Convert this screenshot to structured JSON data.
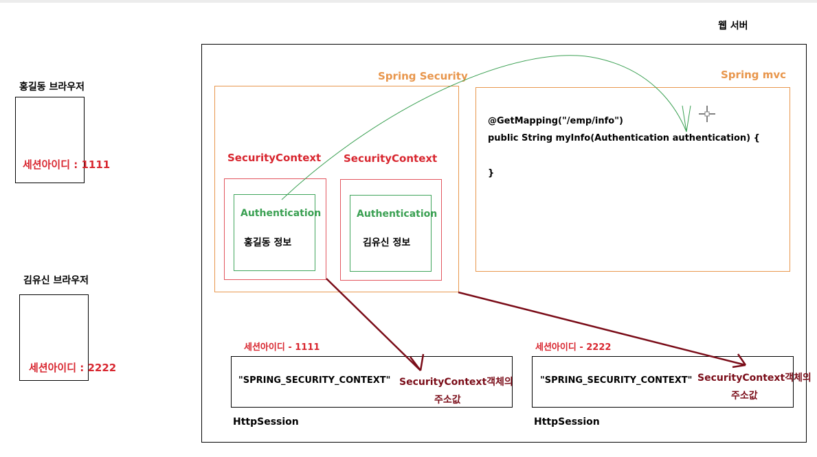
{
  "web_server_label": "웹 서버",
  "browsers": [
    {
      "title": "홍길동 브라우저",
      "session_text": "세션아이디 : 1111"
    },
    {
      "title": "김유신 브라우저",
      "session_text": "세션아이디 : 2222"
    }
  ],
  "spring_security": {
    "title": "Spring Security",
    "contexts": [
      {
        "label": "SecurityContext",
        "auth_label": "Authentication",
        "info": "홍길동 정보"
      },
      {
        "label": "SecurityContext",
        "auth_label": "Authentication",
        "info": "김유신 정보"
      }
    ]
  },
  "spring_mvc": {
    "title": "Spring mvc",
    "code_line1": "@GetMapping(\"/emp/info\")",
    "code_line2": "public String myInfo(Authentication authentication) {",
    "code_line3": "}"
  },
  "sessions": [
    {
      "label": "세션아이디 - 1111",
      "key": "\"SPRING_SECURITY_CONTEXT\"",
      "value_line1": "SecurityContext객체의",
      "value_line2": "주소값",
      "caption": "HttpSession"
    },
    {
      "label": "세션아이디 - 2222",
      "key": "\"SPRING_SECURITY_CONTEXT\"",
      "value_line1": "SecurityContext객체의",
      "value_line2": "주소값",
      "caption": "HttpSession"
    }
  ],
  "colors": {
    "orange": "#e8964c",
    "red": "#d8262f",
    "green": "#3aa052",
    "dark_red_arrow": "#7a0c18"
  }
}
